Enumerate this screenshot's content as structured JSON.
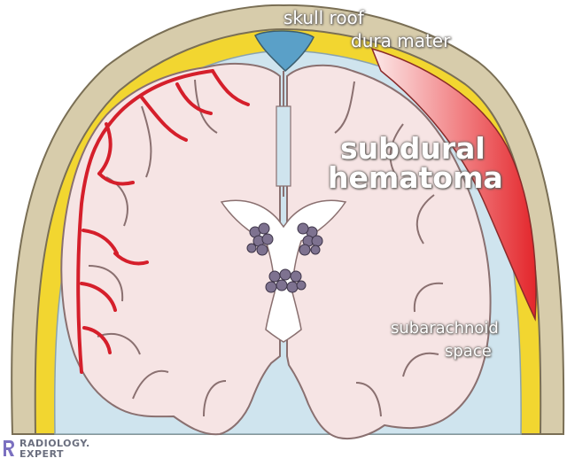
{
  "labels": {
    "skull_roof": "skull roof",
    "dura_mater": "dura mater",
    "hematoma_line1": "subdural",
    "hematoma_line2": "hematoma",
    "subarachnoid_line1": "subarachnoid",
    "subarachnoid_line2": "space"
  },
  "logo": {
    "line1": "RADIOLOGY.",
    "line2": "EXPERT"
  },
  "colors": {
    "skull": "#d7ccab",
    "dura": "#f2d630",
    "csf": "#cfe4ee",
    "brain": "#f6e4e4",
    "gyrus_outline": "#8a7070",
    "ventricle": "#ffffff",
    "sinus": "#5aa0c8",
    "vessels": "#d51f2b",
    "hematoma_dark": "#e3262b",
    "hematoma_light": "#fbe5e5"
  }
}
